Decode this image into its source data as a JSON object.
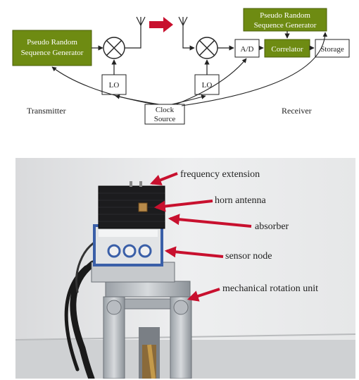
{
  "colors": {
    "green_block": "#6e8b12",
    "green_border": "#4a5e08",
    "arrow_red": "#c8102e",
    "line": "#222222"
  },
  "diagram": {
    "tx_prs": [
      "Pseudo Random",
      "Sequence Generator"
    ],
    "rx_prs": [
      "Pseudo Random",
      "Sequence Generator"
    ],
    "lo_tx": "LO",
    "lo_rx": "LO",
    "adc": "A/D",
    "correlator": "Correlator",
    "storage": "Storage",
    "clock": [
      "Clock",
      "Source"
    ],
    "transmitter_label": "Transmitter",
    "receiver_label": "Receiver"
  },
  "photo": {
    "annotations": {
      "frequency_extension": "frequency extension",
      "horn_antenna": "horn antenna",
      "absorber": "absorber",
      "sensor_node": "sensor node",
      "mechanical_rotation_unit": "mechanical rotation unit"
    }
  }
}
